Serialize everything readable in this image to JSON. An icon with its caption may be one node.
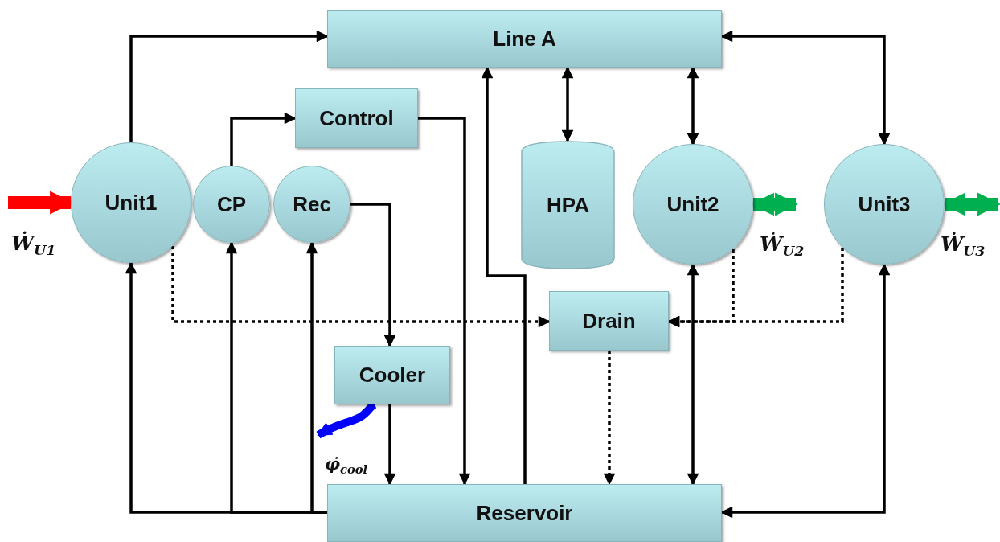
{
  "diagram": {
    "nodes": [
      {
        "text": [
          "Line A"
        ]
      },
      {
        "text": [
          "Control"
        ]
      },
      {
        "text": [
          "Unit1"
        ]
      },
      {
        "text": [
          "CP"
        ]
      },
      {
        "text": [
          "Rec"
        ]
      },
      {
        "text": [
          "HPA"
        ]
      },
      {
        "text": [
          "Unit2"
        ]
      },
      {
        "text": [
          "Unit3"
        ]
      },
      {
        "text": [
          "Drain"
        ]
      },
      {
        "text": [
          "Cooler"
        ]
      },
      {
        "text": [
          "Reservoir"
        ]
      }
    ],
    "edges": [
      {
        "from": 2,
        "to": 0,
        "arrow": "to"
      },
      {
        "from": 3,
        "to": 1,
        "arrow": "to"
      },
      {
        "from": 1,
        "to": 10,
        "arrow": "to"
      },
      {
        "from": 4,
        "to": 9,
        "arrow": "to"
      },
      {
        "from": 9,
        "to": 10,
        "arrow": "to"
      },
      {
        "from": 10,
        "to": 0,
        "arrow": "to"
      },
      {
        "from": 0,
        "to": 5,
        "arrow": "both"
      },
      {
        "from": 0,
        "to": 6,
        "arrow": "both"
      },
      {
        "from": 0,
        "to": 7,
        "arrow": "both"
      },
      {
        "from": 10,
        "to": 2,
        "arrow": "to"
      },
      {
        "from": 10,
        "to": 3,
        "arrow": "to"
      },
      {
        "from": 10,
        "to": 4,
        "arrow": "to"
      },
      {
        "from": 2,
        "to": 8,
        "arrow": "to",
        "style": "dashed"
      },
      {
        "from": 6,
        "to": 8,
        "arrow": "to",
        "style": "dashed"
      },
      {
        "from": 7,
        "to": 8,
        "arrow": "to",
        "style": "dashed"
      },
      {
        "from": 8,
        "to": 10,
        "arrow": "to",
        "style": "dashed"
      },
      {
        "from": 10,
        "to": 6,
        "arrow": "both"
      },
      {
        "from": 10,
        "to": 7,
        "arrow": "both"
      },
      {
        "from": null,
        "to": 2,
        "arrow": "to",
        "style": "thick",
        "color": "#ff0000"
      },
      {
        "from": 6,
        "to": null,
        "arrow": "both",
        "style": "thick",
        "color": "#00b050"
      },
      {
        "from": 7,
        "to": null,
        "arrow": "both",
        "style": "thick",
        "color": "#00b050"
      },
      {
        "from": 9,
        "to": null,
        "arrow": "to",
        "style": "thick",
        "color": "#0000ff"
      }
    ],
    "labels": [
      "Ẇ$_{U1}$",
      "Ẇ$_{U2}$",
      "Ẇ$_{U3}$",
      "φ̇$_{cool}$"
    ]
  }
}
